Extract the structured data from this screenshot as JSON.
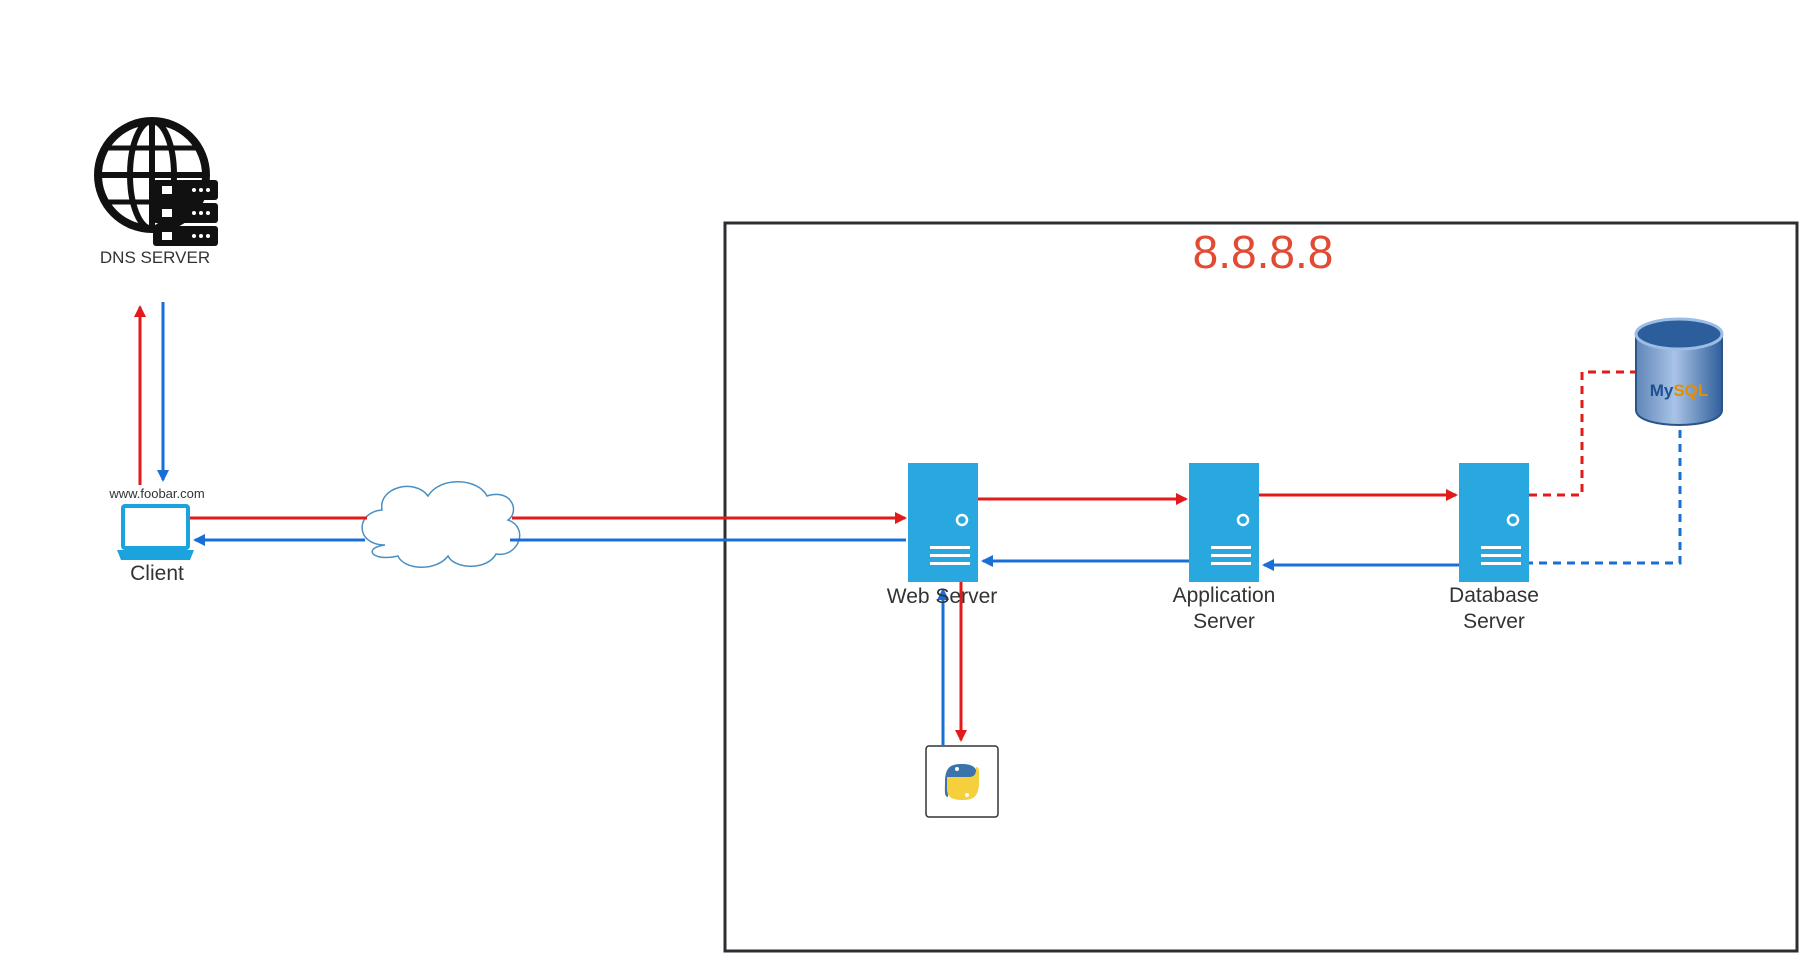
{
  "dns": {
    "label": "DNS SERVER"
  },
  "client": {
    "url": "www.foobar.com",
    "label": "Client"
  },
  "host": {
    "ip": "8.8.8.8"
  },
  "servers": {
    "web": {
      "label": "Web Server"
    },
    "app": {
      "line1": "Application",
      "line2": "Server"
    },
    "db": {
      "line1": "Database",
      "line2": "Server"
    }
  },
  "mysql": {
    "label": "MySQL"
  },
  "colors": {
    "request": "#e31a1a",
    "response": "#1a6fd6",
    "server": "#29a8e0",
    "ip": "#e24a33",
    "frame": "#2b2f33"
  }
}
